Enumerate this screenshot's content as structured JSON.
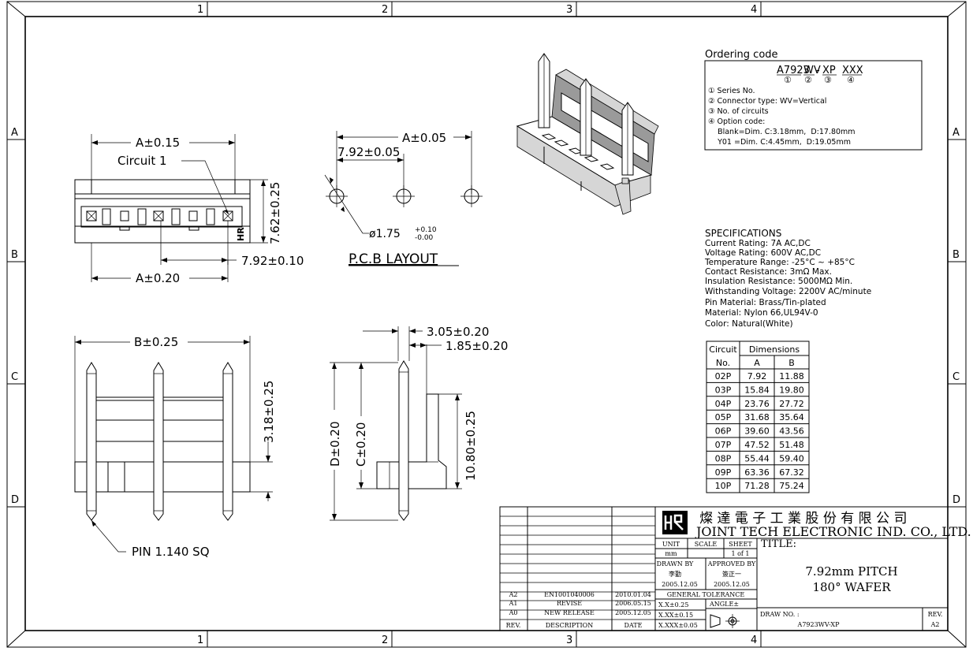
{
  "frame": {
    "columns": [
      "1",
      "2",
      "3",
      "4"
    ],
    "rows": [
      "A",
      "B",
      "C",
      "D"
    ]
  },
  "front_view": {
    "dim_a_015": "A±0.15",
    "circuit_label": "Circuit  1",
    "dim_height": "7.62±0.25",
    "dim_pitch": "7.92±0.10",
    "dim_a_020": "A±0.20",
    "logo_mark": "HR"
  },
  "pcb_layout": {
    "dim_a": "A±0.05",
    "dim_pitch": "7.92±0.05",
    "dim_hole": "ø1.75",
    "hole_tol_plus": "+0.10",
    "hole_tol_minus": "-0.00",
    "title": "P.C.B  LAYOUT"
  },
  "bottom_view": {
    "dim_b": "B±0.25",
    "dim_318": "3.18±0.25",
    "pin_label": "PIN  1.140  SQ"
  },
  "side_view": {
    "dim_305": "3.05±0.20",
    "dim_185": "1.85±0.20",
    "dim_d": "D±0.20",
    "dim_c": "C±0.20",
    "dim_1080": "10.80±0.25"
  },
  "ordering": {
    "heading": "Ordering  code",
    "code_part1": "A7923",
    "code_part2": "WV",
    "code_dash": "-",
    "code_part3": "XP",
    "code_part4": "XXX",
    "marker1": "①",
    "marker2": "②",
    "marker3": "③",
    "marker4": "④",
    "lines": [
      "① Series No.",
      "② Connector type: WV=Vertical",
      "③ No. of circuits",
      "④ Option code:",
      "    Blank=Dim. C:3.18mm,  D:17.80mm",
      "    Y01 =Dim. C:4.45mm,  D:19.05mm"
    ]
  },
  "specs": {
    "heading": "SPECIFICATIONS",
    "lines": [
      "Current Rating: 7A AC,DC",
      "Voltage Rating: 600V AC,DC",
      "Temperature Range: -25°C ~ +85°C",
      "Contact Resistance: 3mΩ Max.",
      "Insulation Resistance: 5000MΩ Min.",
      "Withstanding Voltage: 2200V AC/minute",
      "Pin Material: Brass/Tin-plated",
      "Material: Nylon 66,UL94V-0",
      "Color: Natural(White)"
    ]
  },
  "dim_table": {
    "h_circuit": "Circuit",
    "h_dimensions": "Dimensions",
    "h_no": "No.",
    "h_a": "A",
    "h_b": "B",
    "rows": [
      [
        "02P",
        "7.92",
        "11.88"
      ],
      [
        "03P",
        "15.84",
        "19.80"
      ],
      [
        "04P",
        "23.76",
        "27.72"
      ],
      [
        "05P",
        "31.68",
        "35.64"
      ],
      [
        "06P",
        "39.60",
        "43.56"
      ],
      [
        "07P",
        "47.52",
        "51.48"
      ],
      [
        "08P",
        "55.44",
        "59.40"
      ],
      [
        "09P",
        "63.36",
        "67.32"
      ],
      [
        "10P",
        "71.28",
        "75.24"
      ]
    ]
  },
  "title_block": {
    "company_cn": "燦 達 電 子 工 業 股 份 有 限 公 司",
    "company_en": "JOINT TECH ELECTRONIC IND. CO., LTD.",
    "unit_label": "UNIT",
    "unit_value": "mm",
    "scale_label": "SCALE",
    "sheet_label": "SHEET",
    "sheet_value": "1 of 1",
    "title_label": "TITLE:",
    "title_line1": "7.92mm PITCH",
    "title_line2": "180° WAFER",
    "drawn_by_label": "DRAWN BY",
    "drawn_by_name": "李勤",
    "drawn_date": "2005.12.05",
    "approved_label": "APPROVED BY",
    "approved_name": "簽正一",
    "approved_date": "2005.12.05",
    "general_tolerance": "GENERAL TOLERANCE",
    "tol1": "X.X±0.25",
    "tol2": "X.XX±0.15",
    "tol3": "X.XXX±0.05",
    "angle_label": "ANGLE±",
    "draw_no_label": "DRAW NO. :",
    "draw_no": "A7923WV-XP",
    "rev_label": "REV.",
    "rev_value": "A2"
  },
  "revisions": {
    "headers": [
      "REV.",
      "DESCRIPTION",
      "DATE"
    ],
    "rows": [
      [
        "A2",
        "EN1001040006",
        "2010.01.04"
      ],
      [
        "A1",
        "REVISE",
        "2006.05.15"
      ],
      [
        "A0",
        "NEW RELEASE",
        "2005.12.05"
      ]
    ]
  }
}
